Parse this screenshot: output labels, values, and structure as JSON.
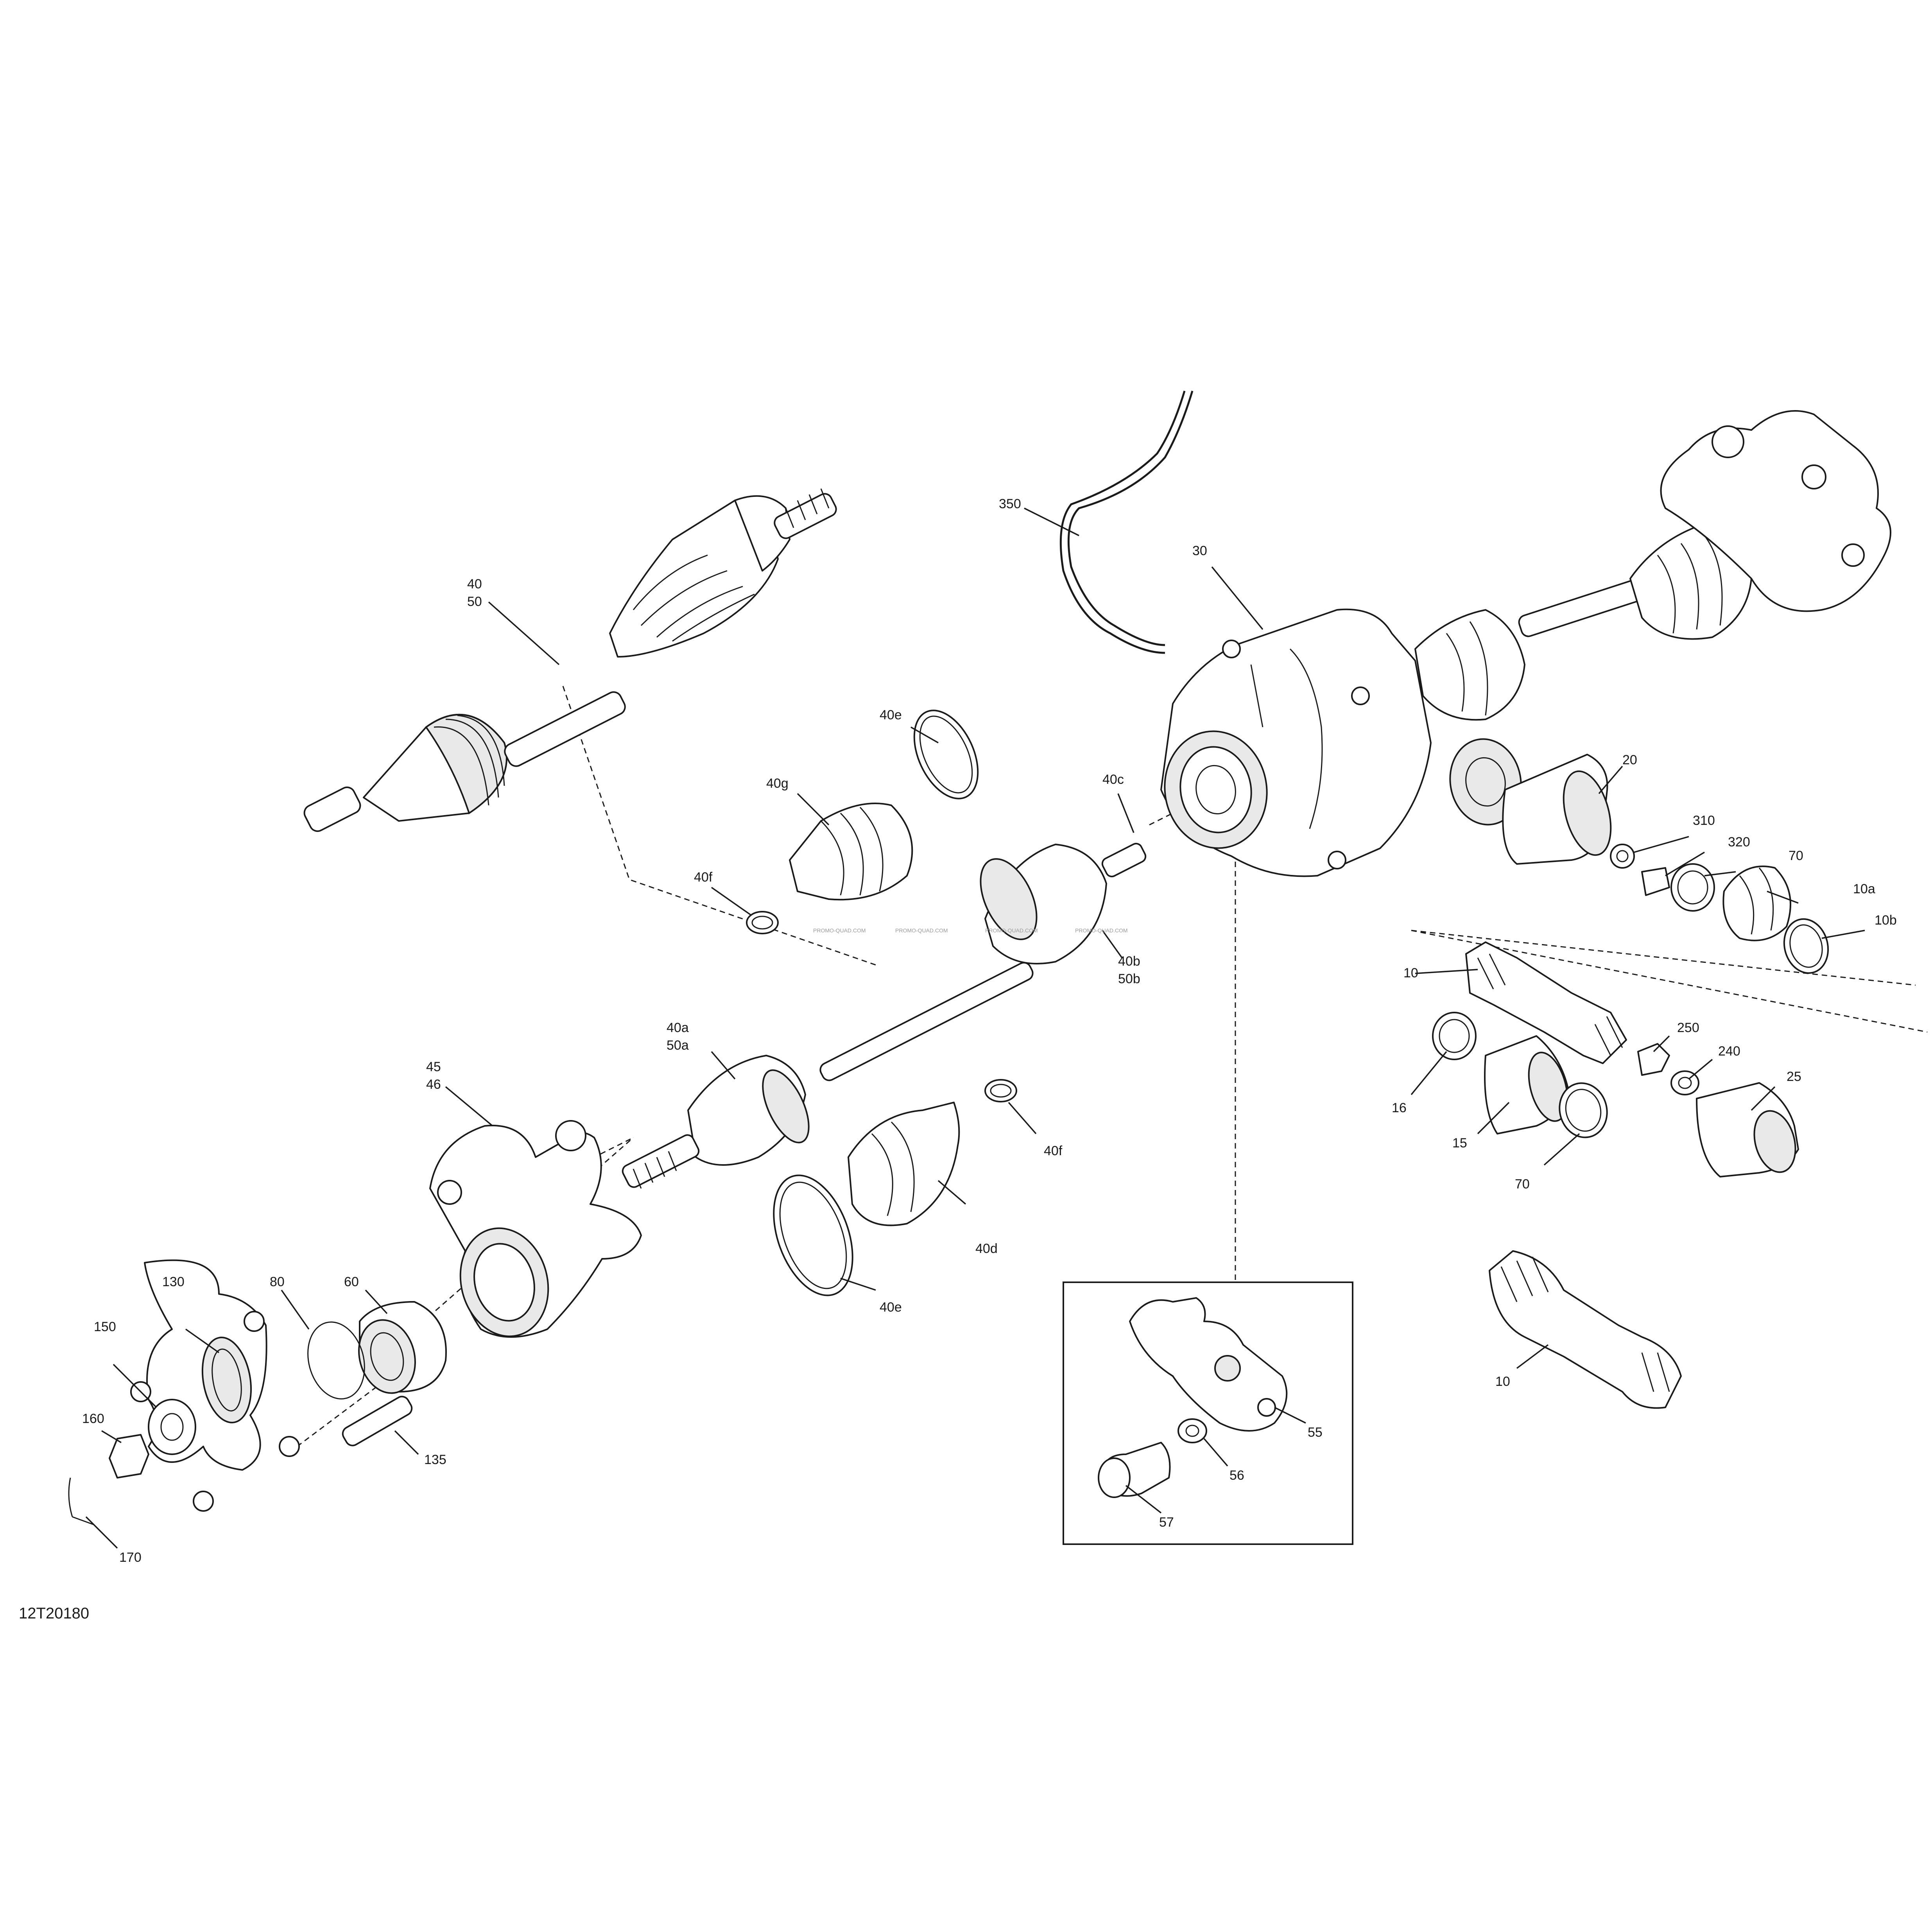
{
  "diagram": {
    "reference_code": "12T20180",
    "watermark": "PROMO-QUAD.COM",
    "callouts": {
      "c350": "350",
      "c30": "30",
      "c40": "40",
      "c50": "50",
      "c40e_top": "40e",
      "c40g": "40g",
      "c40f_left": "40f",
      "c40c": "40c",
      "c20": "20",
      "c310": "310",
      "c320": "320",
      "c70_top": "70",
      "c10a": "10a",
      "c10b": "10b",
      "c40b": "40b",
      "c50b": "50b",
      "c40a": "40a",
      "c50a": "50a",
      "c10_top": "10",
      "c250": "250",
      "c240": "240",
      "c25": "25",
      "c16": "16",
      "c15": "15",
      "c70_bot": "70",
      "c45": "45",
      "c46": "46",
      "c40f_right": "40f",
      "c40d": "40d",
      "c40e_bot": "40e",
      "c60": "60",
      "c80": "80",
      "c130": "130",
      "c150": "150",
      "c160": "160",
      "c135": "135",
      "c170": "170",
      "c10_bot": "10",
      "c55": "55",
      "c56": "56",
      "c57": "57"
    }
  }
}
